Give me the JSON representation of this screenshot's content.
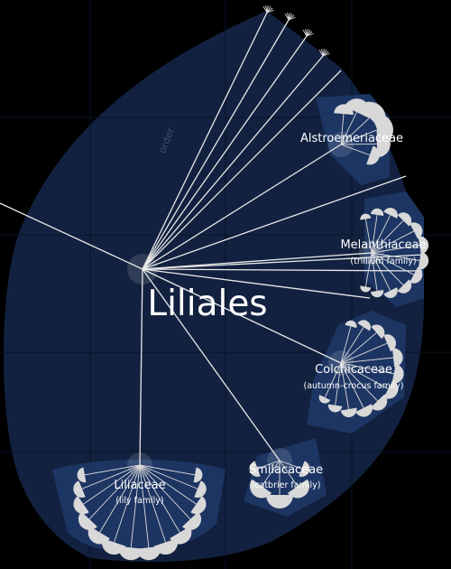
{
  "diagram": {
    "order": {
      "name": "Liliales",
      "rank_label": "order"
    },
    "families": [
      {
        "key": "alstroemeriaceae",
        "name": "Alstroemeriaceae",
        "common_name": ""
      },
      {
        "key": "melanthiaceae",
        "name": "Melanthiaceae",
        "common_name": "(trillium family)"
      },
      {
        "key": "colchicaceae",
        "name": "Colchicaceae",
        "common_name": "(autumn-crocus family)"
      },
      {
        "key": "smilacaceae",
        "name": "Smilacaceae",
        "common_name": "(catbrier family)"
      },
      {
        "key": "liliaceae",
        "name": "Liliaceae",
        "common_name": "(lily family)"
      }
    ],
    "colors": {
      "background": "#000000",
      "order_region": "#12213f",
      "family_region": "#1d3563",
      "branch": "#e8e8e8",
      "leaf_disc": "#d8d8d8",
      "text": "#ffffff"
    }
  }
}
